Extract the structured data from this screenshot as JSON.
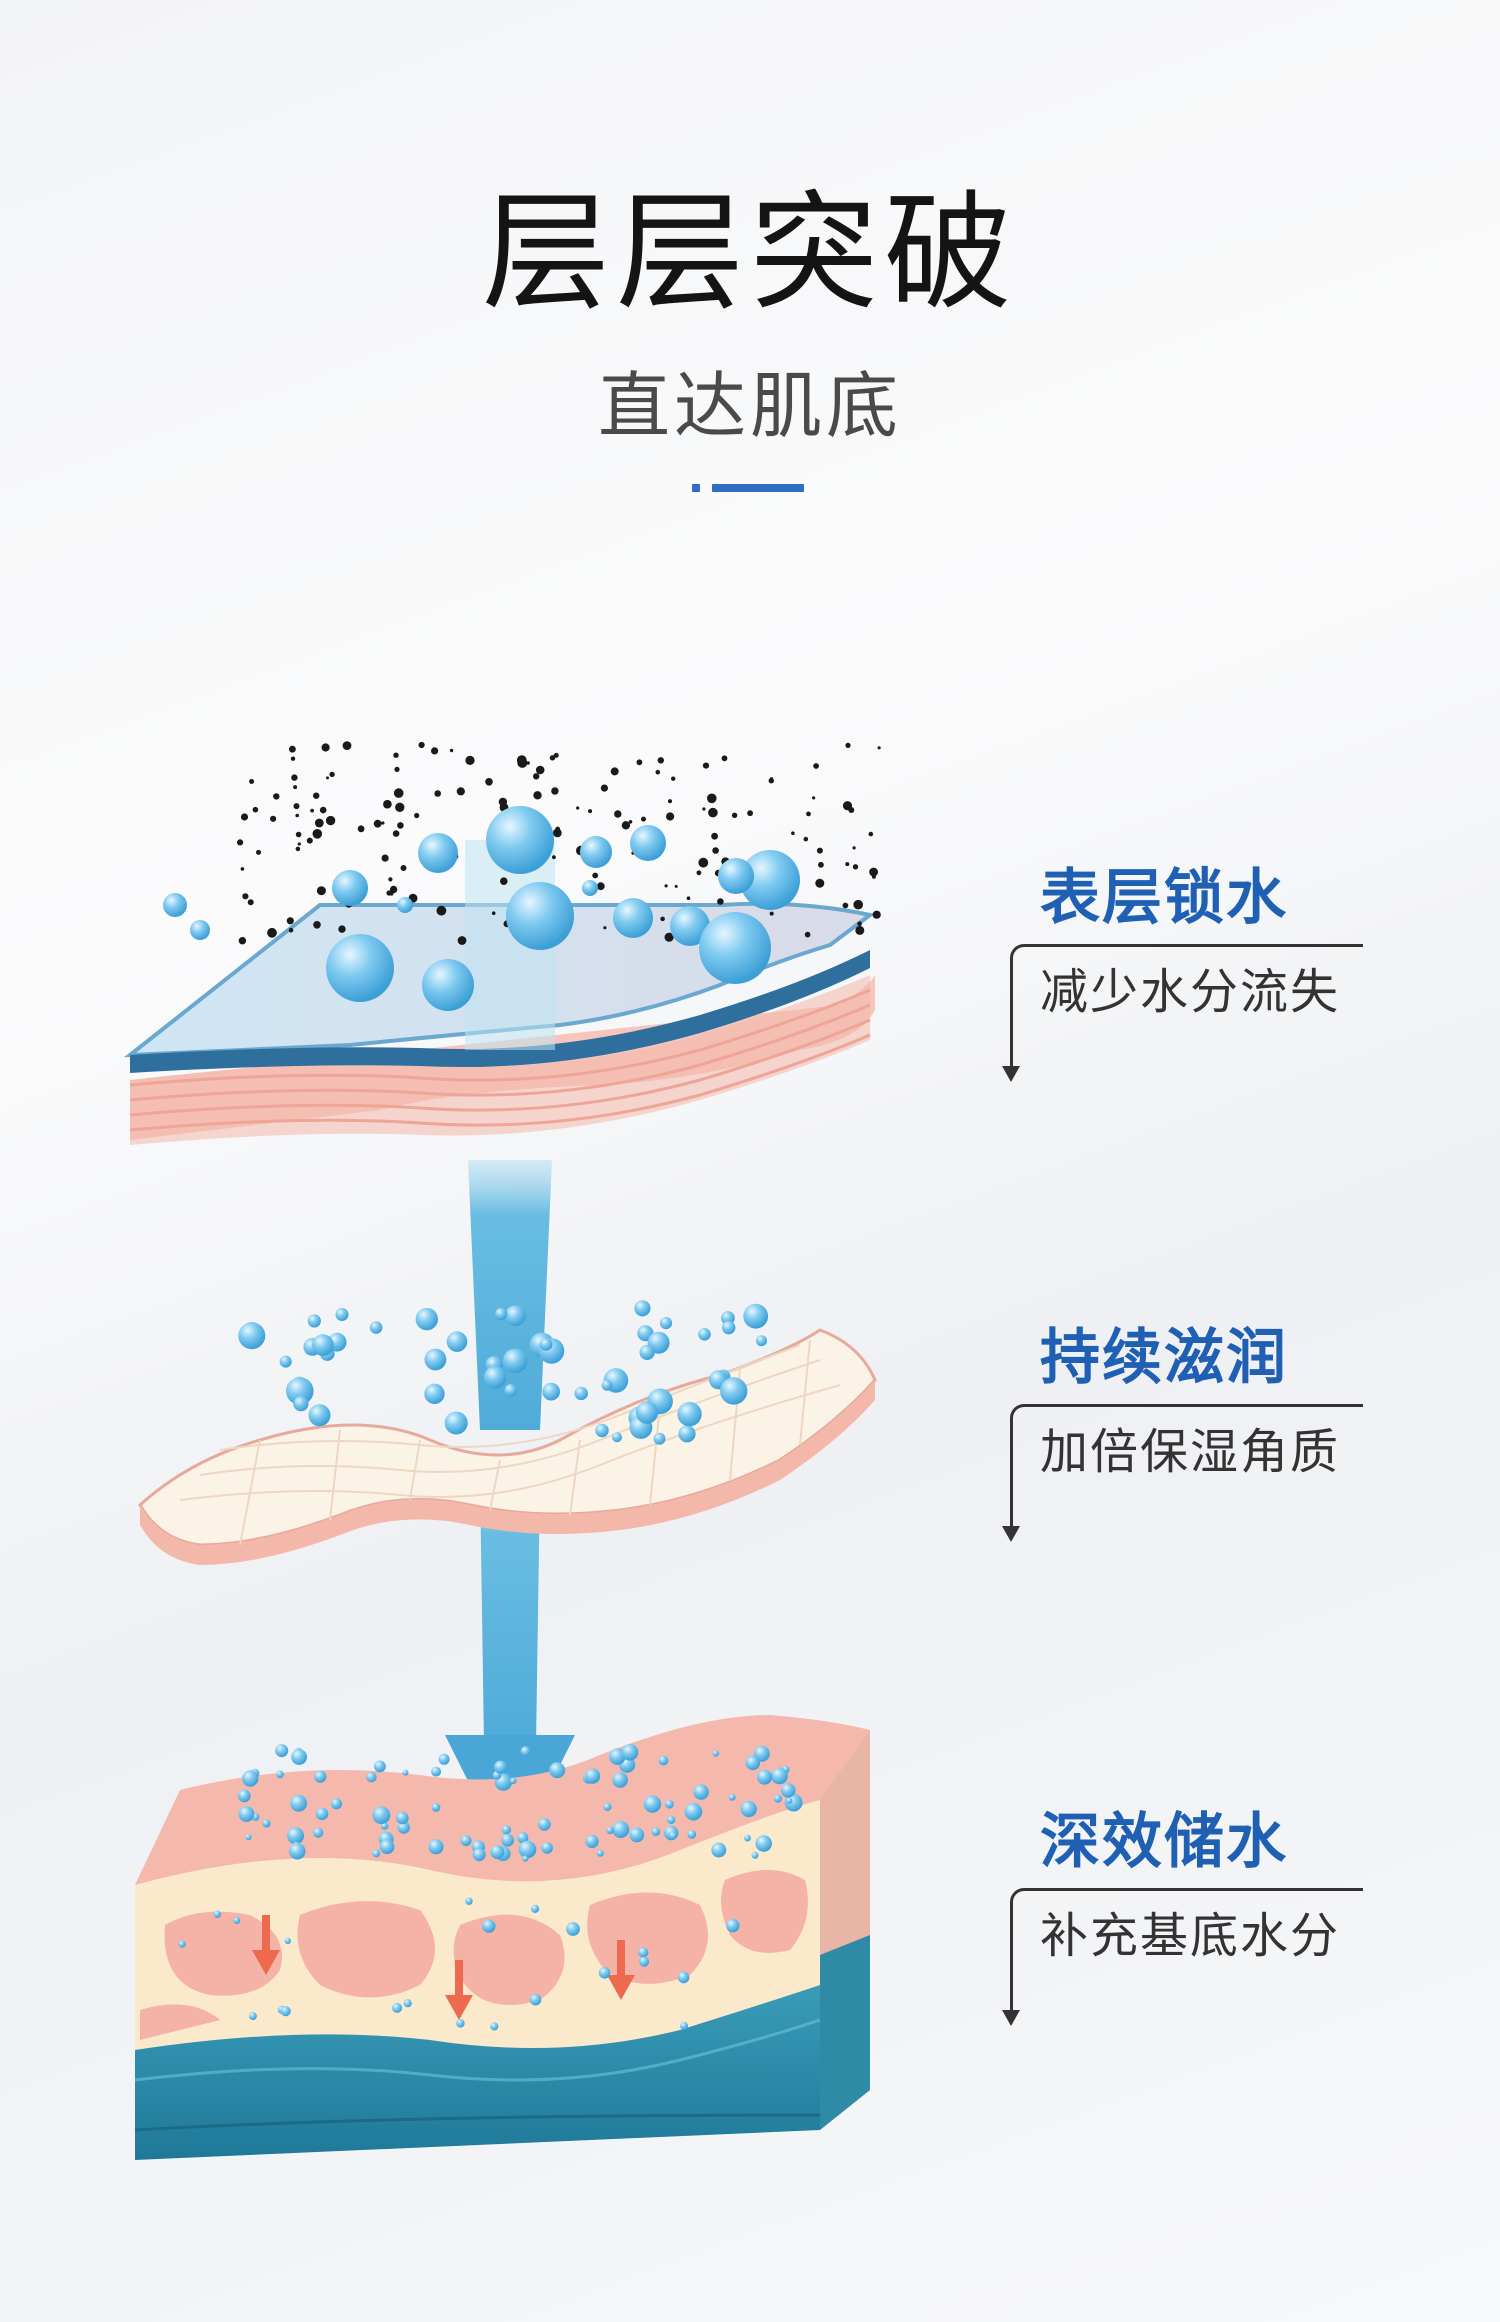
{
  "header": {
    "title": "层层突破",
    "subtitle": "直达肌底"
  },
  "layers": [
    {
      "heading": "表层锁水",
      "description": "减少水分流失"
    },
    {
      "heading": "持续滋润",
      "description": "加倍保湿角质"
    },
    {
      "heading": "深效储水",
      "description": "补充基底水分"
    }
  ],
  "colors": {
    "accent_blue": "#1f5fb4",
    "arrow_blue": "#5ab4dc",
    "skin_pink": "#f4b0a4",
    "deep_teal": "#2a8aa6"
  }
}
